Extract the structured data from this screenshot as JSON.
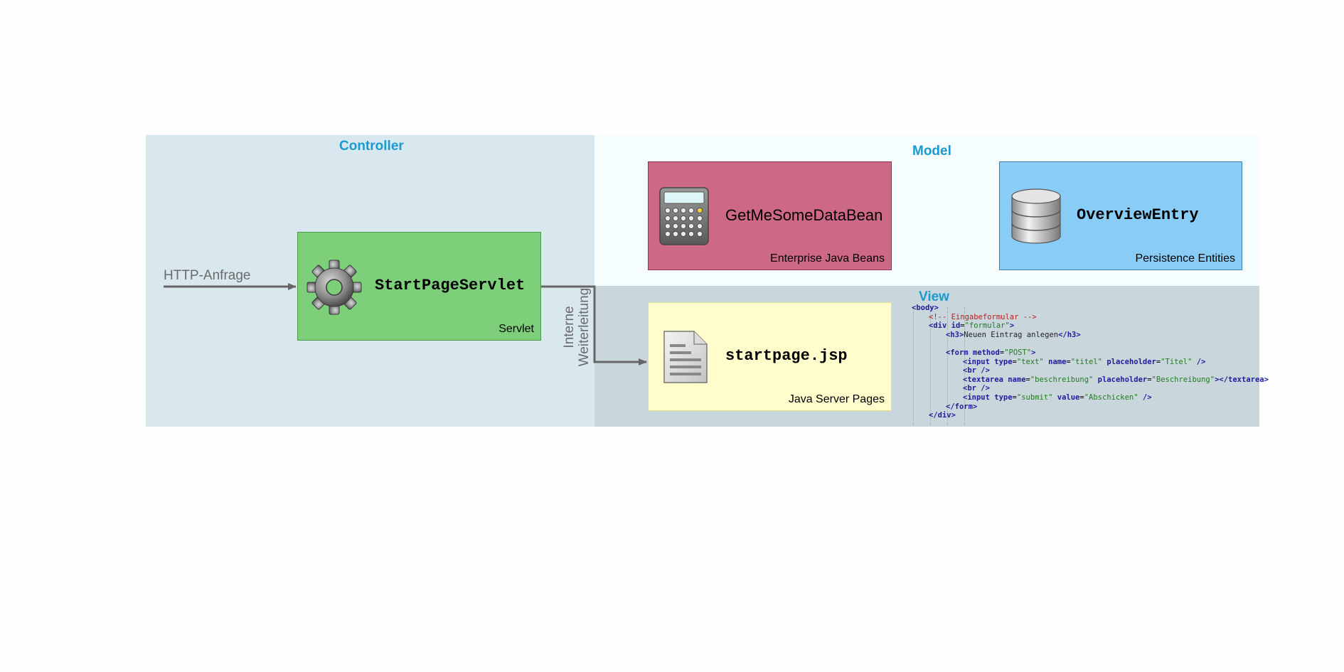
{
  "zones": {
    "controller": "Controller",
    "model": "Model",
    "view": "View"
  },
  "servlet": {
    "name": "StartPageServlet",
    "type": "Servlet",
    "icon": "gear-icon"
  },
  "bean": {
    "name": "GetMeSomeDataBean",
    "type": "Enterprise Java Beans",
    "icon": "calculator-icon"
  },
  "entity": {
    "name": "OverviewEntry",
    "type": "Persistence Entities",
    "icon": "database-icon"
  },
  "jsp": {
    "name": "startpage.jsp",
    "type": "Java Server Pages",
    "icon": "document-icon"
  },
  "arrows": {
    "request": "HTTP-Anfrage",
    "forward_line1": "Interne",
    "forward_line2": "Weiterleitung"
  },
  "code": [
    "<body>",
    "<!-- Eingabeformular -->",
    "<div id=\"formular\">",
    "<h3>Neuen Eintrag anlegen</h3>",
    "",
    "<form method=\"POST\">",
    "<input type=\"text\" name=\"titel\" placeholder=\"Titel\" />",
    "<br />",
    "<textarea name=\"beschreibung\" placeholder=\"Beschreibung\"></textarea>",
    "<br />",
    "<input type=\"submit\" value=\"Abschicken\" />",
    "</form>",
    "</div>"
  ],
  "colors": {
    "controller_bg": "#d9e8ef",
    "model_bg": "#f5fdff",
    "view_bg": "#c9d6dc",
    "servlet": "#7dcf7a",
    "bean": "#cd6887",
    "entity": "#89cdf6",
    "jsp": "#fefdcb",
    "zone_title": "#1a9bd0"
  }
}
